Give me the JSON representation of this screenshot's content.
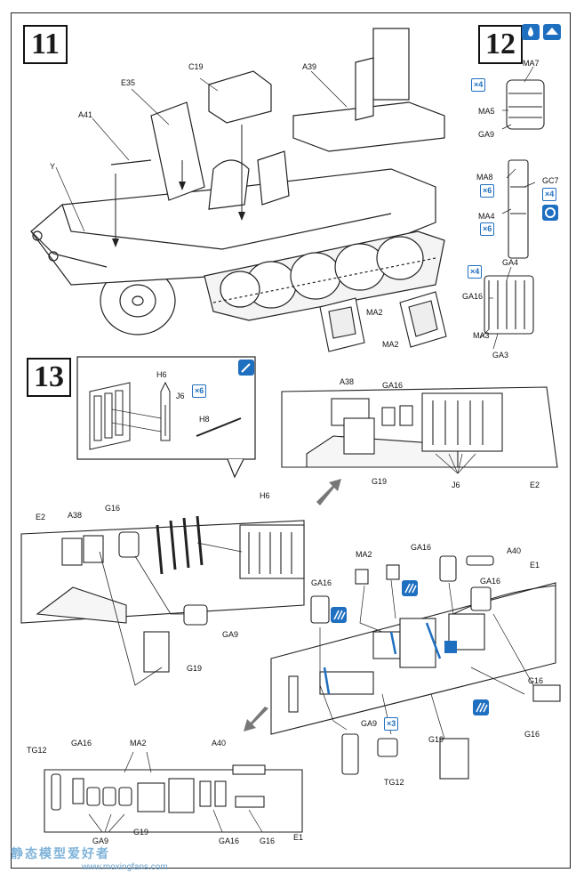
{
  "steps": {
    "s11": "11",
    "s12": "12",
    "s13": "13"
  },
  "step11_labels": {
    "c19": "C19",
    "e35": "E35",
    "a39": "A39",
    "a41": "A41",
    "y": "Y"
  },
  "step12_labels": {
    "ma7": "MA7",
    "ma5": "MA5",
    "ga9": "GA9",
    "ma8": "MA8",
    "gc7": "GC7",
    "ma4": "MA4",
    "ga4": "GA4",
    "ga16": "GA16",
    "ma3": "MA3",
    "ga3": "GA3",
    "ma2a": "MA2",
    "ma2b": "MA2"
  },
  "step12_counts": {
    "x4a": "×4",
    "x6a": "×6",
    "x4b": "×4",
    "x6b": "×6",
    "x4c": "×4"
  },
  "step13_inset": {
    "h6": "H6",
    "j6": "J6",
    "x6": "×6",
    "h8": "H8"
  },
  "step13_upper_right": {
    "a38": "A38",
    "ga16": "GA16",
    "g19": "G19",
    "j6": "J6",
    "e2": "E2"
  },
  "step13_left": {
    "e2": "E2",
    "a38": "A38",
    "g16": "G16",
    "h6": "H6",
    "ga9": "GA9",
    "g19": "G19"
  },
  "step13_right": {
    "ma2": "MA2",
    "ga16a": "GA16",
    "a40": "A40",
    "e1": "E1",
    "ga16b": "GA16",
    "ga16c": "GA16",
    "g16a": "G16",
    "g16b": "G16",
    "ga9": "GA9",
    "x3": "×3",
    "g19": "G19",
    "tg12": "TG12"
  },
  "step13_bottom": {
    "tg12": "TG12",
    "ga16": "GA16",
    "ma2": "MA2",
    "a40": "A40",
    "ga9": "GA9",
    "g19": "G19",
    "ga16b": "GA16",
    "g16": "G16",
    "e1": "E1"
  },
  "watermark": {
    "site_cn": "静态模型爱好者",
    "url": "www.moxingfans.com"
  }
}
